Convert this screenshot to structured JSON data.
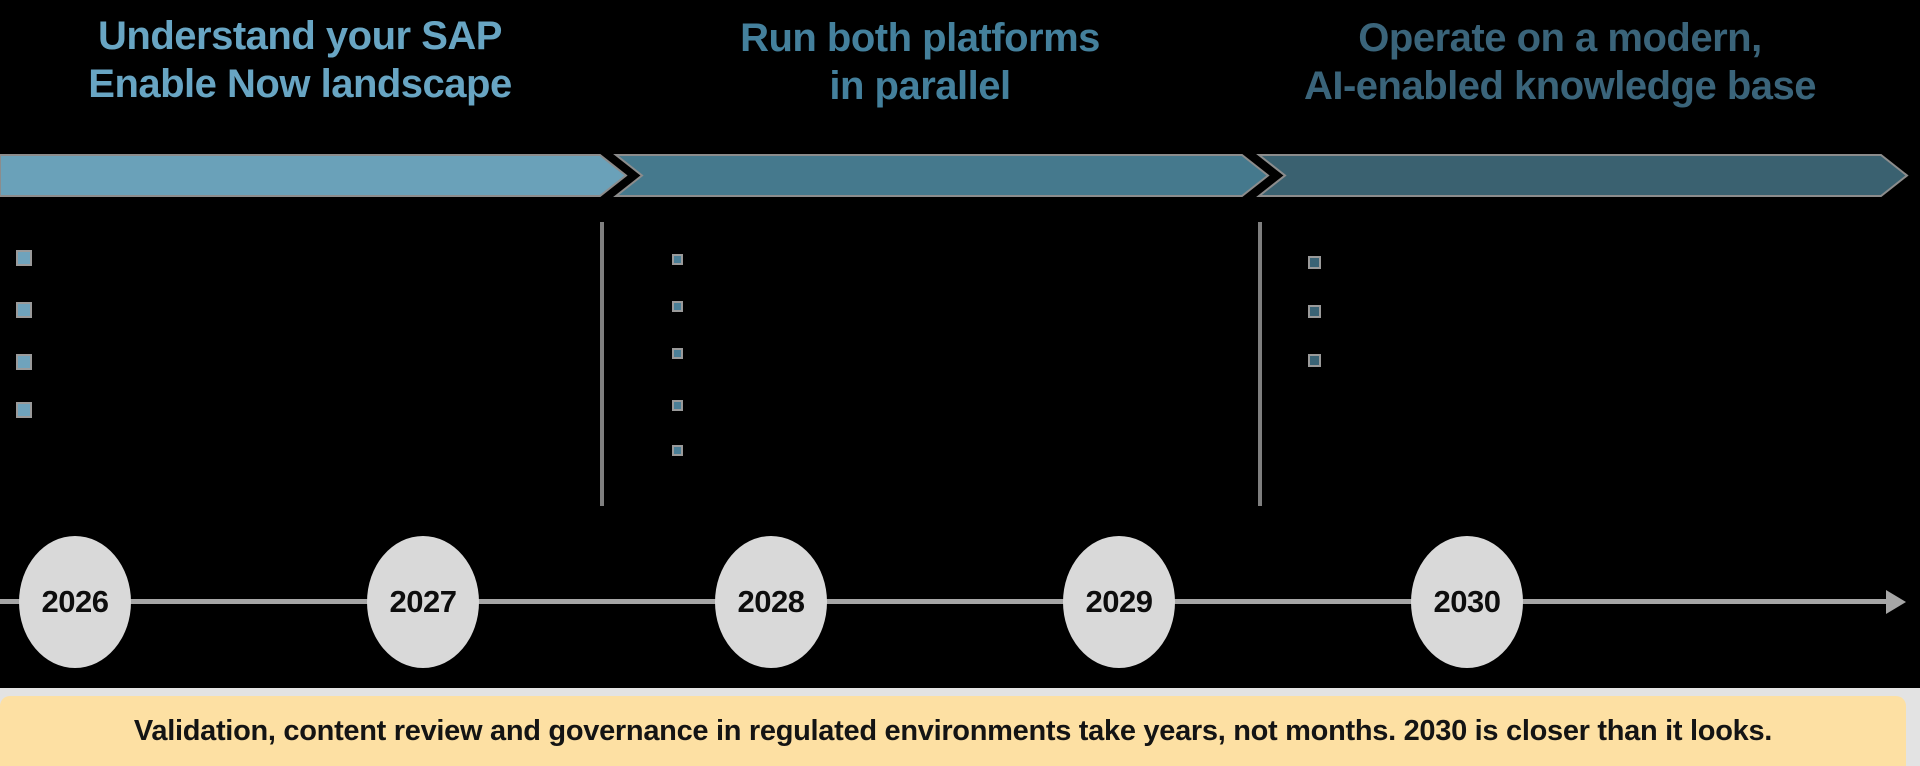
{
  "phases": [
    {
      "title_lines": [
        "Understand your SAP",
        "Enable Now landscape"
      ],
      "title_color": "#68A5C3",
      "arrow_color": "#6AA1B9",
      "bullet_color": "#6FA3BC",
      "bullet_count": 4
    },
    {
      "title_lines": [
        "Run both platforms",
        "in parallel"
      ],
      "title_color": "#44809C",
      "arrow_color": "#45798D",
      "bullet_color": "#4A7E96",
      "bullet_count": 5
    },
    {
      "title_lines": [
        "Operate on a modern,",
        "AI-enabled knowledge base"
      ],
      "title_color": "#3A647A",
      "arrow_color": "#3A6170",
      "bullet_color": "#3A6375",
      "bullet_count": 3
    }
  ],
  "arrows": {
    "outline_color": "#8C8C8C"
  },
  "dividers": {
    "color": "#7F7F7F"
  },
  "timeline": {
    "years": [
      "2026",
      "2027",
      "2028",
      "2029",
      "2030"
    ],
    "line_color": "#A6A6A6",
    "node_color": "#D9D9D9"
  },
  "banner": {
    "text": "Validation, content review and governance in regulated environments take years, not months. 2030 is closer than it looks.",
    "background": "#FDE0A3",
    "strip_color": "#E3E3E3"
  }
}
